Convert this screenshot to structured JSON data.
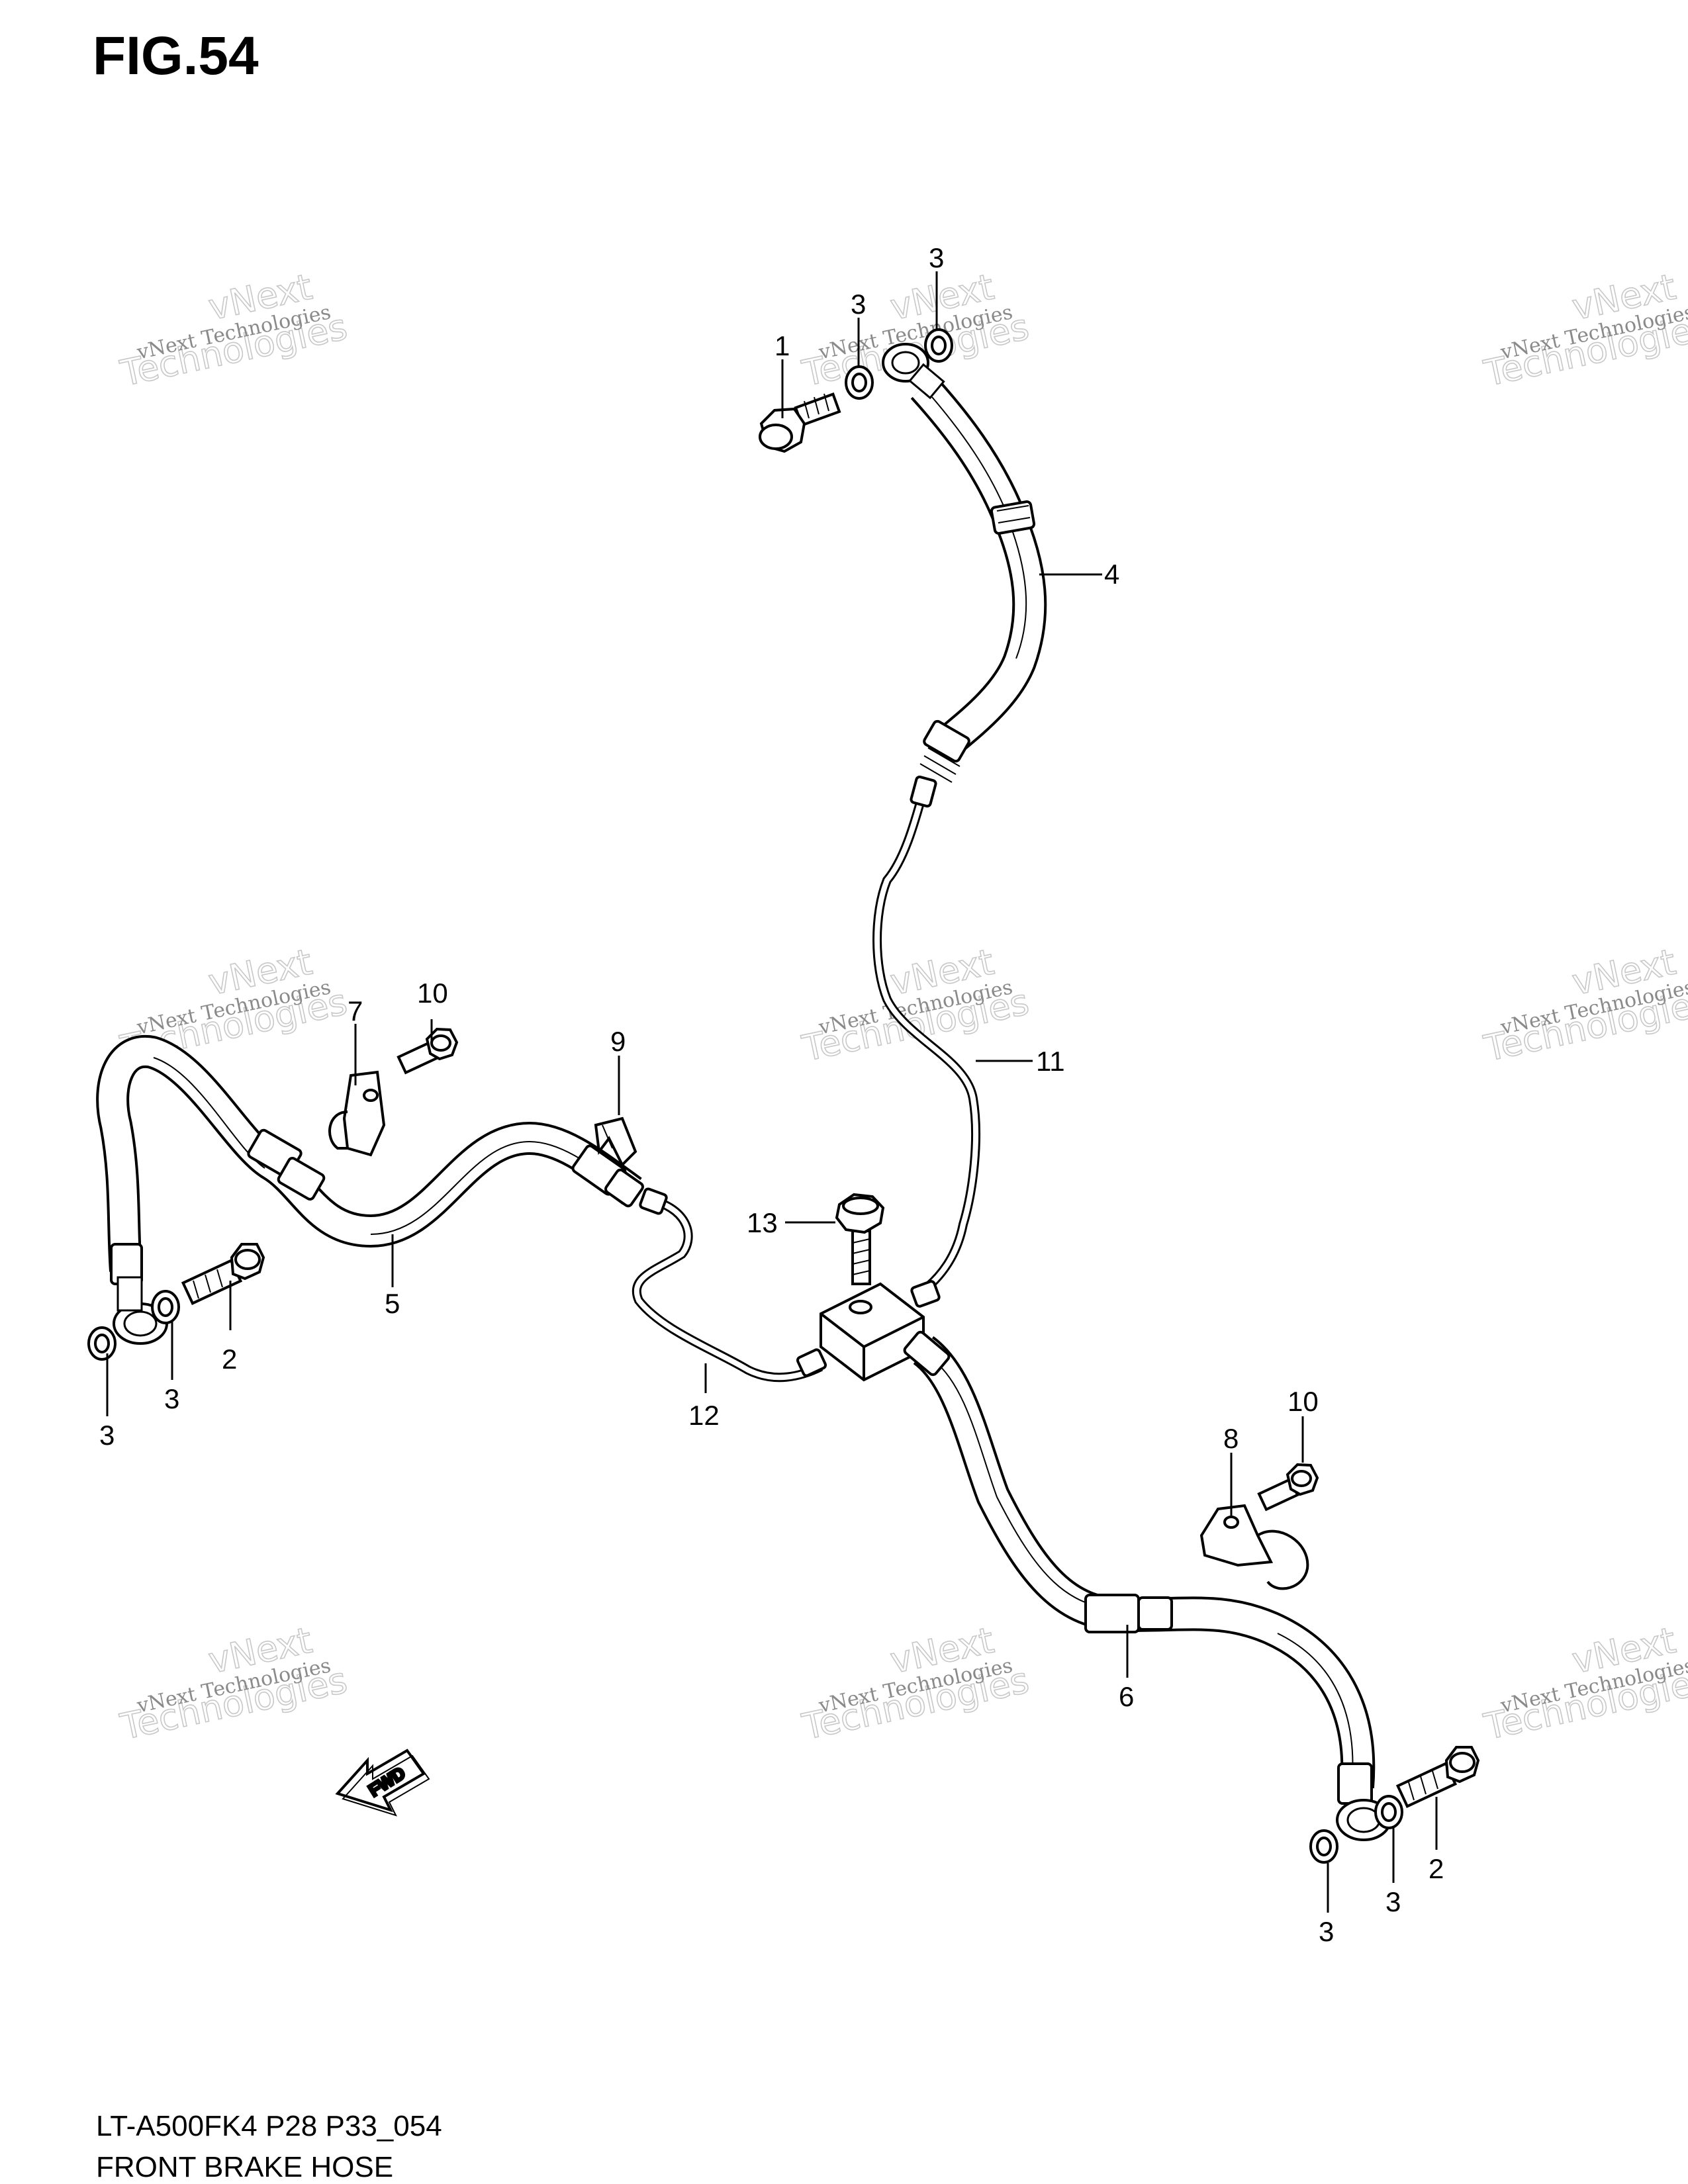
{
  "figure": {
    "title": "FIG.54",
    "model_code": "LT-A500FK4 P28 P33_054",
    "caption": "FRONT BRAKE  HOSE"
  },
  "watermark": {
    "line1": "vNext Technologies",
    "outline_top": "vNext",
    "outline_bottom": "Technologies"
  },
  "direction_marker": {
    "label": "FWD",
    "icon": "forward-arrow-icon"
  },
  "callouts": [
    {
      "id": "c1",
      "label": "1"
    },
    {
      "id": "c2a",
      "label": "2"
    },
    {
      "id": "c2b",
      "label": "2"
    },
    {
      "id": "c3a",
      "label": "3"
    },
    {
      "id": "c3b",
      "label": "3"
    },
    {
      "id": "c3c",
      "label": "3"
    },
    {
      "id": "c3d",
      "label": "3"
    },
    {
      "id": "c3e",
      "label": "3"
    },
    {
      "id": "c3f",
      "label": "3"
    },
    {
      "id": "c4",
      "label": "4"
    },
    {
      "id": "c5",
      "label": "5"
    },
    {
      "id": "c6",
      "label": "6"
    },
    {
      "id": "c7",
      "label": "7"
    },
    {
      "id": "c8",
      "label": "8"
    },
    {
      "id": "c9",
      "label": "9"
    },
    {
      "id": "c10a",
      "label": "10"
    },
    {
      "id": "c10b",
      "label": "10"
    },
    {
      "id": "c11",
      "label": "11"
    },
    {
      "id": "c12",
      "label": "12"
    },
    {
      "id": "c13",
      "label": "13"
    }
  ],
  "colors": {
    "line": "#000000",
    "watermark_text": "#8a8a8a",
    "watermark_outline": "#c8c8c8",
    "background": "#ffffff"
  }
}
